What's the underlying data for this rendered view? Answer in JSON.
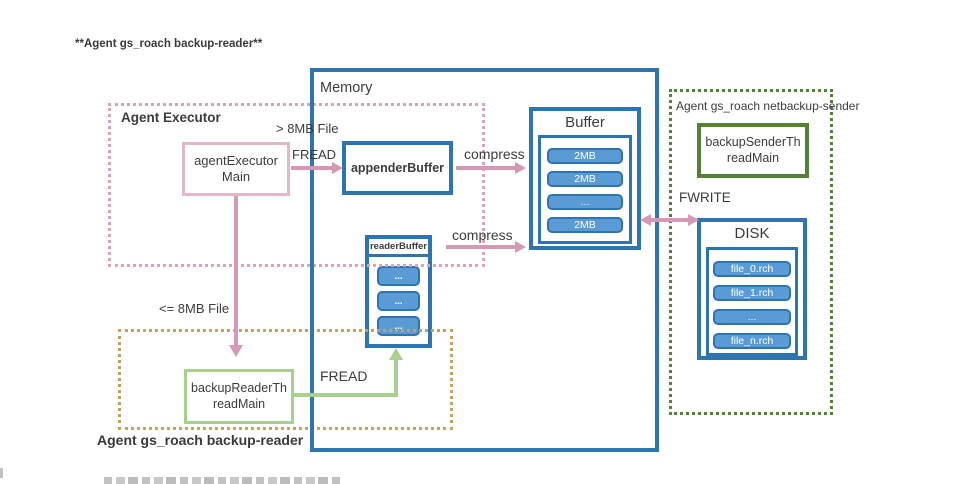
{
  "title": "**Agent gs_roach backup-reader**",
  "labels": {
    "memory": "Memory",
    "agent_executor": "Agent Executor",
    "gt_8mb": "> 8MB File",
    "fread_top": "FREAD",
    "compress_top": "compress",
    "compress_bottom": "compress",
    "fwrite": "FWRITE",
    "le_8mb": "<= 8MB File",
    "fread_bottom": "FREAD",
    "netbackup_sender_group": "Agent gs_roach netbackup-sender",
    "backup_reader_group": "Agent gs_roach backup-reader"
  },
  "nodes": {
    "agent_executor_main": "agentExecutor\nMain",
    "appender_buffer": "appenderBuffer",
    "backup_sender_main": "backupSenderTh\nreadMain",
    "backup_reader_main": "backupReaderTh\nreadMain"
  },
  "buffer": {
    "title": "Buffer",
    "items": [
      "2MB",
      "2MB",
      "...",
      "2MB"
    ]
  },
  "reader_buffer": {
    "title": "readerBuffer",
    "items": [
      "...",
      "...",
      "..."
    ]
  },
  "disk": {
    "title": "DISK",
    "items": [
      "file_0.rch",
      "file_1.rch",
      "...",
      "file_n.rch"
    ]
  },
  "colors": {
    "blue_border": "#2e74b0",
    "item_fill": "#5b9bd5",
    "pink_arrow": "#d698b6",
    "pink_box": "#e3b7cc",
    "pink_dot": "#d9a3bf",
    "green_dark": "#538135",
    "green_light": "#a9d18e",
    "tan": "#c3a15e"
  }
}
